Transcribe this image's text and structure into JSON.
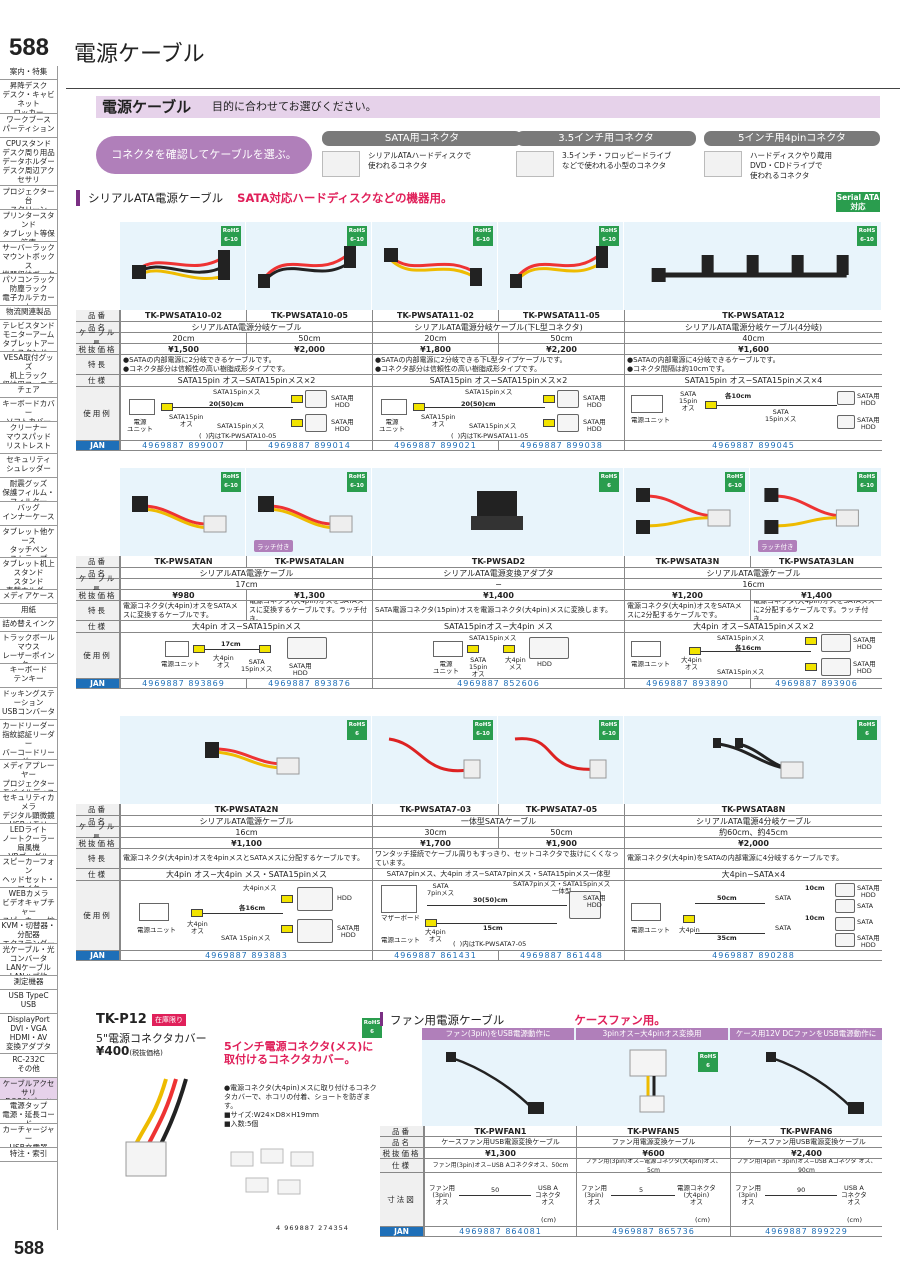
{
  "page": {
    "number": "588",
    "title": "電源ケーブル"
  },
  "banner": {
    "title": "電源ケーブル",
    "subtitle": "目的に合わせてお選びください。",
    "pill": "コネクタを確認してケーブルを選ぶ。"
  },
  "connectors": [
    {
      "title": "SATA用コネクタ",
      "desc": "シリアルATAハードディスクで\n使われるコネクタ"
    },
    {
      "title": "3.5インチ用コネクタ",
      "desc": "3.5インチ・フロッピードライブ\nなどで使われる小型のコネクタ"
    },
    {
      "title": "5インチ用4pinコネクタ",
      "desc": "ハードディスクやり蔵用\nDVD・CDドライブで\n使われるコネクタ"
    }
  ],
  "sidebar": [
    "案内・特集",
    "昇降デスク\nデスク・キャビネット\nロッカー",
    "ワークブース\nパーティション",
    "CPUスタンド\nデスク周り用品\nデータホルダー\nデスク周辺アクセサリ",
    "プロジェクター台\nスクリーン",
    "プリンタースタンド\nタブレット等保管庫\nセキュリティラック",
    "サーバーラック\nマウントボックス\n機器収納ボックス",
    "パソコンラック\n防塵ラック\n電子カルテカート",
    "物流関連製品",
    "テレビスタンド\nモニターアーム\nタブレットアームスタンド",
    "VESA取付グッズ\n机上ラック\n収納用ファニチャー",
    "チェア",
    "キーボードカバー\nソフトカバー",
    "クリーナー\nマウスパッド\nリストレスト",
    "セキュリティ\nシュレッダー",
    "耐震グッズ\n保護フィルム・フィルター",
    "バッグ\nインナーケース",
    "タブレット他ケース\nタッチペン\nストラップ",
    "タブレット机上スタンド\nスタンド\n車載ホルダー",
    "メディアケース",
    "用紙",
    "詰め替えインク",
    "トラックボール\nマウス\nレーザーポインター",
    "キーボード\nテンキー",
    "ドッキングステーション\nUSBコンバーター\nUSBハブ",
    "カードリーダー\n指紋認証リーダー\nバーコードリーダー\nスキャナー",
    "メディアプレーヤー\nプロジェクター\nモバイルディスプレイ",
    "セキュリティカメラ\nデジタル顕微鏡\nUSBメモリ",
    "LEDライト\nノートクーラー扇風機\nVRゴーグル",
    "スピーカーフォン\nヘッドセット・マイク\nワイヤレスプレゼンテーション",
    "WEBカメラ\nビデオキャプチャー\nスピーカー・拡声器",
    "KVM・切替器・分配器\nエクステンダー",
    "光ケーブル・光コンバータ\nLANケーブル\nLANハブ他",
    "測定機器",
    "USB TypeC\nUSB",
    "DisplayPort\nDVI・VGA\nHDMI・AV\n変換アダプタ",
    "RC-232C\nその他",
    "ケーブルアクセサリ\nDOS/Vパーツ",
    "電源タップ\n電源・延長コード",
    "カーチャージャー\nUSB充電器\nバッテリー関連",
    "特注・索引"
  ],
  "sidebar_heights": [
    14,
    34,
    24,
    48,
    24,
    32,
    32,
    32,
    14,
    32,
    32,
    14,
    24,
    32,
    24,
    24,
    24,
    32,
    32,
    14,
    14,
    14,
    32,
    24,
    32,
    40,
    32,
    32,
    32,
    32,
    32,
    24,
    32,
    14,
    24,
    40,
    24,
    22,
    24,
    24,
    14
  ],
  "sections": {
    "sata": {
      "title": "シリアルATA電源ケーブル",
      "sub": "SATA対応ハードディスクなどの機器用。",
      "badge": "Serial ATA\n対応"
    },
    "fan": {
      "title": "ファン用電源ケーブル",
      "sub": "ケースファン用。"
    }
  },
  "labels": {
    "hinban": "品番",
    "hinmei": "品名",
    "cable": "ケーブル長",
    "price": "税抜価格",
    "feature": "特長",
    "spec": "仕様",
    "usage": "使用例",
    "jan": "JAN",
    "size": "寸法図"
  },
  "block1": {
    "cols": [
      {
        "code": "TK-PWSATA10-02",
        "len": "20cm",
        "price": "¥1,500",
        "jan": "4969887 899007"
      },
      {
        "code": "TK-PWSATA10-05",
        "len": "50cm",
        "price": "¥2,000",
        "jan": "4969887 899014"
      },
      {
        "code": "TK-PWSATA11-02",
        "len": "20cm",
        "price": "¥1,800",
        "jan": "4969887 899021"
      },
      {
        "code": "TK-PWSATA11-05",
        "len": "50cm",
        "price": "¥2,200",
        "jan": "4969887 899038"
      },
      {
        "code": "TK-PWSATA12",
        "len": "40cm",
        "price": "¥1,600",
        "jan": "4969887 899045"
      }
    ],
    "name": [
      "シリアルATA電源分岐ケーブル",
      "シリアルATA電源分岐ケーブル(下L型コネクタ)",
      "シリアルATA電源分岐ケーブル(4分岐)"
    ],
    "feat": [
      "●SATAの内部電源に2分岐できるケーブルです。\n●コネクタ部分は信頼性の高い樹脂成形タイプです。",
      "●SATAの内部電源に2分岐できる下L型タイプケーブルです。\n●コネクタ部分は信頼性の高い樹脂成形タイプです。",
      "●SATAの内部電源に4分岐できるケーブルです。\n●コネクタ間隔は約10cmです。"
    ],
    "spec": [
      "SATA15pin オス−SATA15pinメス×2",
      "SATA15pin オス−SATA15pinメス×2",
      "SATA15pin オス−SATA15pinメス×4"
    ],
    "dg": [
      {
        "unit": "電源\nユニット",
        "a": "SATA15pinメス",
        "b": "SATA15pin\nオス",
        "c": "SATA15pinメス",
        "len": "20(50)cm",
        "hdd": "SATA用\nHDD",
        "note": "(  )内はTK-PWSATA10-05"
      },
      {
        "unit": "電源\nユニット",
        "a": "SATA15pinメス",
        "b": "SATA15pin\nオス",
        "c": "SATA15pinメス",
        "len": "20(50)cm",
        "hdd": "SATA用\nHDD",
        "note": "(  )内はTK-PWSATA11-05"
      },
      {
        "unit": "電源ユニット",
        "a": "SATA\n15pin\nオス",
        "len": "各10cm",
        "b": "SATA\n15pinメス",
        "hdd": "SATA用\nHDD"
      }
    ]
  },
  "block2": {
    "cols": [
      {
        "code": "TK-PWSATAN",
        "price": "¥980",
        "jan": "4969887 893869"
      },
      {
        "code": "TK-PWSATALAN",
        "price": "¥1,300",
        "jan": "4969887 893876"
      },
      {
        "code": "TK-PWSAD2",
        "price": "¥1,400",
        "jan": "4969887 852606"
      },
      {
        "code": "TK-PWSATA3N",
        "price": "¥1,200",
        "jan": "4969887 893890"
      },
      {
        "code": "TK-PWSATA3LAN",
        "price": "¥1,400",
        "jan": "4969887 893906"
      }
    ],
    "name": [
      "シリアルATA電源ケーブル",
      "シリアルATA電源変換アダプタ",
      "シリアルATA電源ケーブル"
    ],
    "len": [
      "17cm",
      "−",
      "16cm"
    ],
    "feat": [
      "電源コネクタ(大4pin)オスをSATAメスに変換するケーブルです。",
      "電源コネクタ(大4pin)オスをSATAメスに変換するケーブルです。ラッチ付き。",
      "SATA電源コネクタ(15pin)オスを電源コネクタ(大4pin)メスに変換します。",
      "電源コネクタ(大4pin)オスをSATAメスに2分配するケーブルです。",
      "電源コネクタ(大4pin)オスをSATAメスに2分配するケーブルです。ラッチ付き。"
    ],
    "spec": [
      "大4pin オス−SATA15pinメス",
      "SATA15pinオス−大4pin メス",
      "大4pin オス−SATA15pinメス×2"
    ],
    "latch": "ラッチ付き",
    "dg": [
      {
        "unit": "電源ユニット",
        "len": "17cm",
        "a": "大4pin\nオス",
        "b": "SATA\n15pinメス",
        "hdd": "SATA用\nHDD"
      },
      {
        "unit": "電源\nユニット",
        "a": "SATA\n15pin\nオス",
        "b": "大4pin\nメス",
        "hdd": "HDD",
        "top": "SATA15pinメス"
      },
      {
        "unit": "電源ユニット",
        "a": "大4pin\nオス",
        "len": "各16cm",
        "b": "SATA15pinメス",
        "c": "SATA15pinメス",
        "hdd": "SATA用\nHDD"
      }
    ]
  },
  "block3": {
    "cols": [
      {
        "code": "TK-PWSATA2N",
        "price": "¥1,100",
        "jan": "4969887 893883"
      },
      {
        "code": "TK-PWSATA7-03",
        "price": "¥1,700",
        "jan": "4969887 861431"
      },
      {
        "code": "TK-PWSATA7-05",
        "price": "¥1,900",
        "jan": "4969887 861448"
      },
      {
        "code": "TK-PWSATA8N",
        "price": "¥2,000",
        "jan": "4969887 890288"
      }
    ],
    "name": [
      "シリアルATA電源ケーブル",
      "一体型SATAケーブル",
      "シリアルATA電源4分岐ケーブル"
    ],
    "len": [
      "16cm",
      "30cm",
      "50cm",
      "約60cm、約45cm"
    ],
    "feat": [
      "電源コネクタ(大4pin)オスを4pinメスとSATAメスに分配するケーブルです。",
      "ワンタッチ接続でケーブル周りもすっきり、セットコネクタで抜けにくくなっています。",
      "電源コネクタ(大4pin)をSATAの内部電源に4分岐するケーブルです。"
    ],
    "spec": [
      "大4pin オス−大4pin メス・SATA15pinメス",
      "SATA7pinメス、大4pin オス−SATA7pinメス・SATA15pinメス一体型",
      "大4pin−SATA×4"
    ],
    "dg": [
      {
        "unit": "電源ユニット",
        "a": "大4pinメス",
        "b": "大4pin\nオス",
        "len": "各16cm",
        "c": "SATA 15pinメス",
        "hdd": "HDD",
        "hdd2": "SATA用\nHDD"
      },
      {
        "mb": "マザーボード",
        "a": "SATA\n7pinメス",
        "b": "大4pin\nオス",
        "len": "30(50)cm",
        "len2": "15cm",
        "c": "SATA7pinメス・SATA15pinメス\n一体型",
        "hdd": "SATA用\nHDD",
        "unit": "電源ユニット",
        "note": "(  )内はTK-PWSATA7-05"
      },
      {
        "unit": "電源ユニット",
        "a": "大4pin",
        "l1": "50cm",
        "l2": "35cm",
        "l3": "10cm",
        "l4": "10cm",
        "s": "SATA",
        "hdd": "SATA用\nHDD"
      }
    ]
  },
  "p12": {
    "code": "TK-P12",
    "badge": "在庫限り",
    "name": "5\"電源コネクタカバー",
    "price": "¥400",
    "taxnote": "(税抜価格)",
    "headline": "5インチ電源コネクタ(メス)に\n取付けるコネクタカバー。",
    "desc": "●電源コネクタ(大4pin)メスに取り付けるコネクタカバーで、ホコリの付着、ショートを防ぎます。\n■サイズ:W24×D8×H19mm\n■入数:5個",
    "jan": "4 969887 274354"
  },
  "fan": {
    "headers": [
      "ファン(3pin)をUSB電源動作に",
      "3pinオス−大4pinオス変換用",
      "ケース用12V DCファンをUSB電源動作に"
    ],
    "cols": [
      {
        "code": "TK-PWFAN1",
        "name": "ケースファン用USB電源変換ケーブル",
        "price": "¥1,300",
        "spec": "ファン用(3pin)オス−USB Aコネクタオス、50cm",
        "jan": "4969887 864081",
        "dim": {
          "a": "ファン用\n(3pin)\nオス",
          "n": "50",
          "b": "USB A\nコネクタ\nオス"
        }
      },
      {
        "code": "TK-PWFAN5",
        "name": "ファン用電源変換ケーブル",
        "price": "¥600",
        "spec": "ファン用(3pin)オス−電源コネクタ(大4pin)オス、5cm",
        "jan": "4969887 865736",
        "dim": {
          "a": "ファン用\n(3pin)\nオス",
          "n": "5",
          "b": "電源コネクタ\n(大4pin)\nオス"
        }
      },
      {
        "code": "TK-PWFAN6",
        "name": "ケースファン用USB電源変換ケーブル",
        "price": "¥2,400",
        "spec": "ファン用(4pin・3pin)オス−USB Aコネクタ オス、90cm",
        "jan": "4969887 899229",
        "dim": {
          "a": "ファン用\n(3pin)\nオス",
          "n": "90",
          "b": "USB A\nコネクタ\nオス"
        }
      }
    ],
    "unit": "(cm)"
  },
  "rohs": {
    "r610": "RoHS\n6-10",
    "r6": "RoHS\n6"
  },
  "colors": {
    "accent": "#7a2f83",
    "banner": "#e6d2ea",
    "pill": "#b07fba",
    "jan": "#1e6fb8",
    "rohs": "#2a9d4e",
    "red": "#e0205a"
  }
}
